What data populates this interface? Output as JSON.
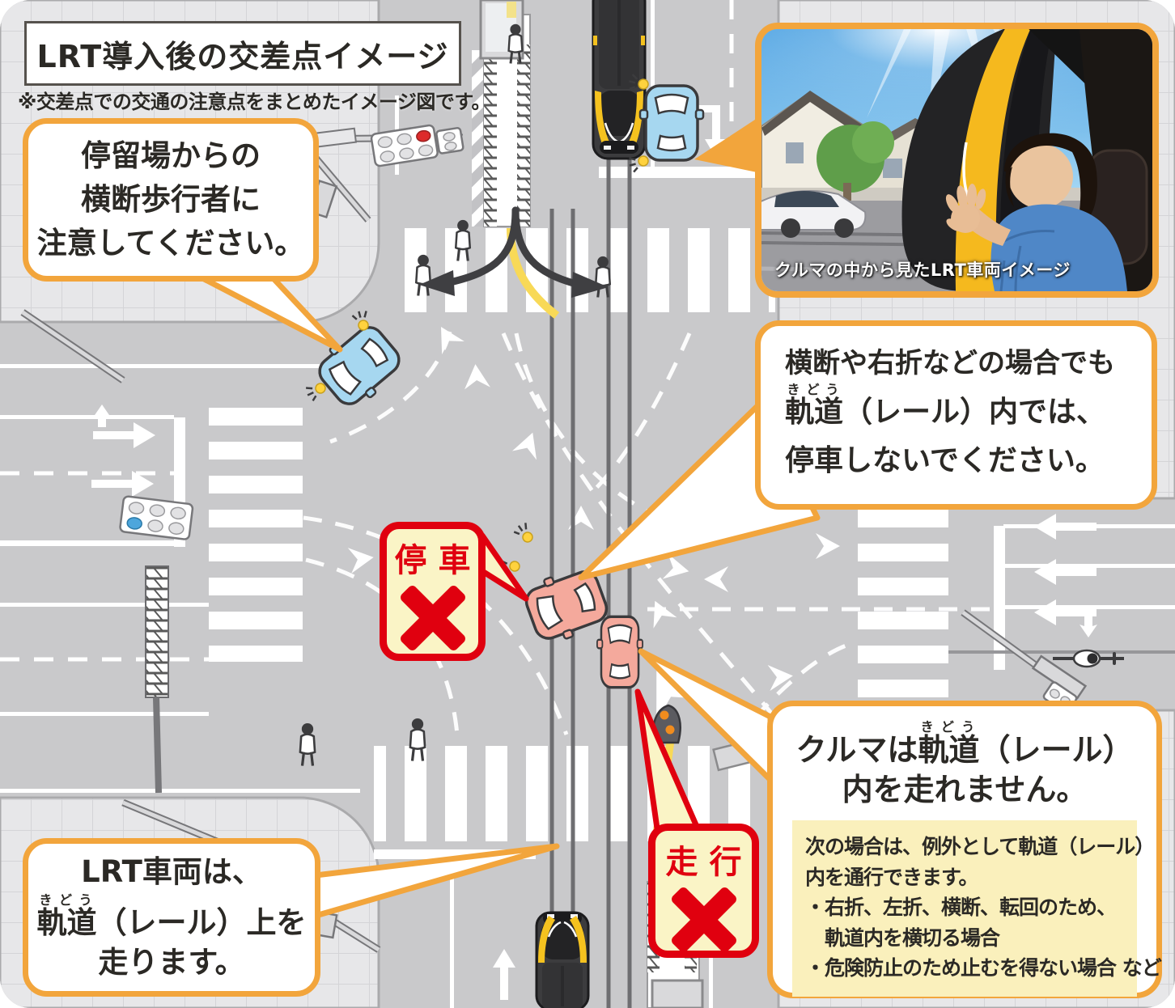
{
  "accent_colors": {
    "orange": "#F2A53C",
    "red": "#E0000F",
    "badge_bg": "#FAF4C6",
    "exception_bg": "#FAF0BC"
  },
  "header": {
    "title": "LRT導入後の交差点イメージ",
    "note": "※交差点での交通の注意点をまとめたイメージ図です。"
  },
  "photo": {
    "caption": "クルマの中から見たLRT車両イメージ"
  },
  "bubble_stop_watch": {
    "line1": "停留場からの",
    "line2": "横断歩行者に",
    "line3": "注意してください。"
  },
  "bubble_no_stop": {
    "line1": "横断や右折などの場合でも",
    "ruby_base": "軌道",
    "ruby_text": "きどう",
    "line2_rest": "（レール）内では、",
    "line3": "停車しないでください。"
  },
  "badge_stop": {
    "label": "停車"
  },
  "badge_run": {
    "label": "走行"
  },
  "box_no_drive": {
    "title_pre": "クルマは",
    "ruby_base": "軌道",
    "ruby_text": "きどう",
    "title_post": "（レール）",
    "title_line2": "内を走れません。",
    "exception_line1": "次の場合は、例外として軌道（レール）",
    "exception_line2": "内を通行できます。",
    "exception_item1a": "・右折、左折、横断、転回のため、",
    "exception_item1b": "　軌道内を横切る場合",
    "exception_item2": "・危険防止のため止むを得ない場合 など"
  },
  "bubble_lrt": {
    "line1": "LRT車両は、",
    "ruby_base": "軌道",
    "ruby_text": "きどう",
    "line2_rest": "（レール）上を",
    "line3": "走ります。"
  }
}
